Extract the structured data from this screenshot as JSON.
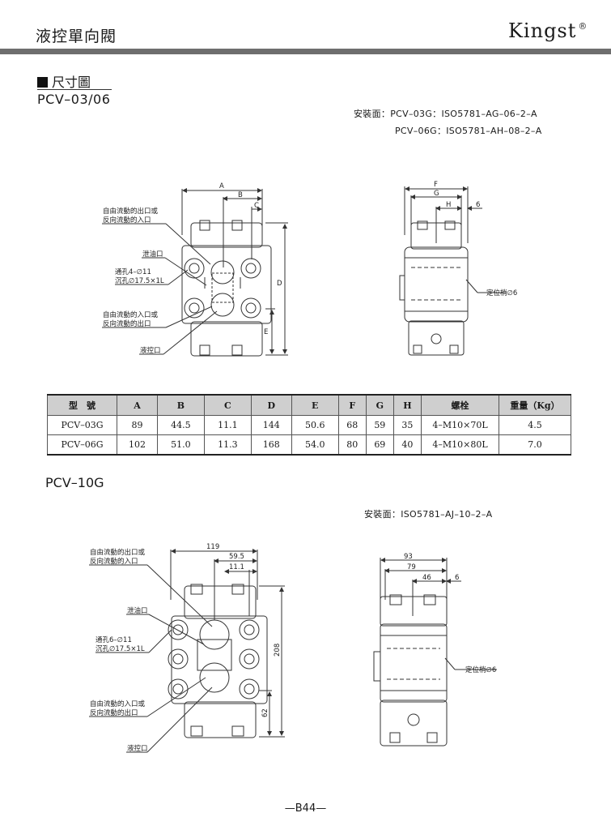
{
  "header": {
    "title": "液控單向閥",
    "brand": "Kingst",
    "brand_mark": "®"
  },
  "section": {
    "title": "尺寸圖",
    "model1": "PCV–03/06",
    "model2": "PCV–10G"
  },
  "mounting1": [
    "安裝面：PCV–03G：ISO5781–AG–06–2–A",
    "PCV–06G：ISO5781–AH–08–2–A"
  ],
  "mounting2": "安裝面：ISO5781–AJ–10–2–A",
  "drawing1": {
    "labels": {
      "free_out": [
        "自由流動的出口或",
        "反向流動的入口"
      ],
      "drain": "泄油口",
      "holes": [
        "通孔4–∅11",
        "沉孔∅17.5×1L"
      ],
      "free_in": [
        "自由流動的入口或",
        "反向流動的出口"
      ],
      "pilot": "液控口",
      "pin": "定位梢∅6"
    },
    "dims": {
      "A": "A",
      "B": "B",
      "C": "C",
      "D": "D",
      "E": "E",
      "F": "F",
      "G": "G",
      "H": "H",
      "six": "6"
    }
  },
  "drawing2": {
    "labels": {
      "free_out": [
        "自由流動的出口或",
        "反向流動的入口"
      ],
      "drain": "泄油口",
      "holes": [
        "通孔6–∅11",
        "沉孔∅17.5×1L"
      ],
      "free_in": [
        "自由流動的入口或",
        "反向流動的出口"
      ],
      "pilot": "液控口",
      "pin": "定位梢∅6"
    },
    "dims": {
      "w119": "119",
      "w59": "59.5",
      "w11": "11.1",
      "h208": "208",
      "h62": "62",
      "w93": "93",
      "w79": "79",
      "w46": "46",
      "six": "6"
    }
  },
  "table": {
    "headers": [
      "型　號",
      "A",
      "B",
      "C",
      "D",
      "E",
      "F",
      "G",
      "H",
      "螺栓",
      "重量（Kg）"
    ],
    "rows": [
      [
        "PCV–03G",
        "89",
        "44.5",
        "11.1",
        "144",
        "50.6",
        "68",
        "59",
        "35",
        "4–M10×70L",
        "4.5"
      ],
      [
        "PCV–06G",
        "102",
        "51.0",
        "11.3",
        "168",
        "54.0",
        "80",
        "69",
        "40",
        "4–M10×80L",
        "7.0"
      ]
    ]
  },
  "footer": {
    "page": "—B44—"
  }
}
